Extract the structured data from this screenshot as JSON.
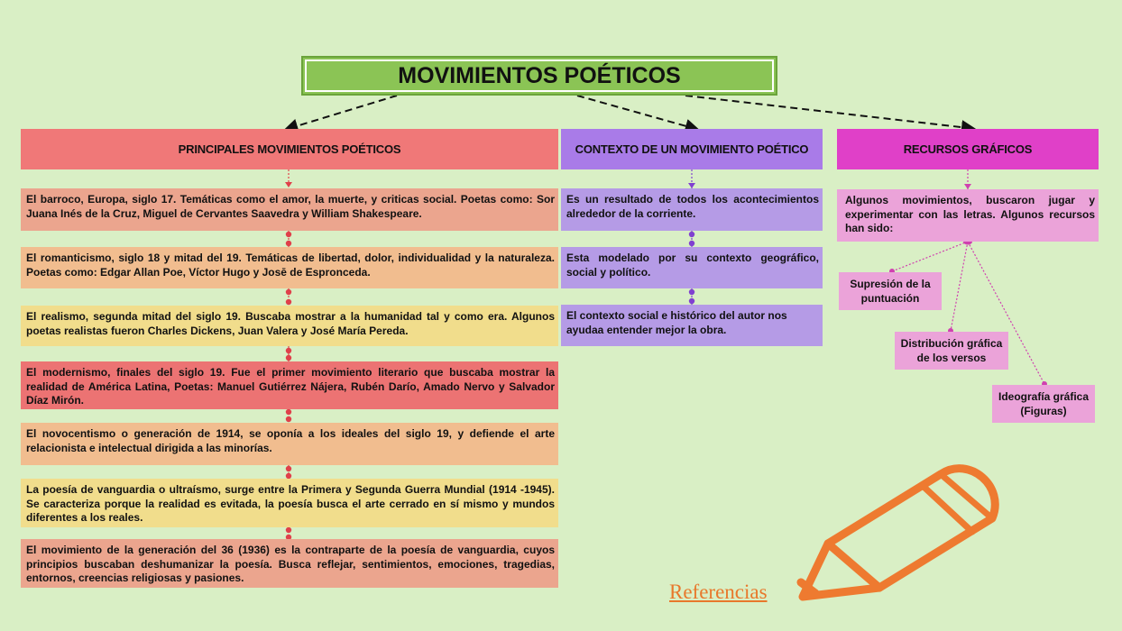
{
  "title": "MOVIMIENTOS POÉTICOS",
  "columns": {
    "movimientos": {
      "header": "PRINCIPALES MOVIMIENTOS POÉTICOS",
      "items": [
        "El barroco, Europa, siglo 17. Temáticas como el amor, la muerte, y criticas social. Poetas como: Sor Juana Inés de la Cruz, Miguel de Cervantes Saavedra y William Shakespeare.",
        "El romanticismo, siglo 18 y mitad del 19. Temáticas de libertad, dolor, individualidad y la naturaleza. Poetas como: Edgar Allan Poe, Víctor Hugo y Josē de Espronceda.",
        "El realismo, segunda mitad del siglo 19. Buscaba mostrar a la humanidad tal y como era. Algunos poetas realistas fueron Charles Dickens, Juan Valera y José María Pereda.",
        "El modernismo, finales del siglo 19. Fue el primer movimiento literario que buscaba mostrar la realidad de América Latina, Poetas: Manuel Gutiérrez Nájera, Rubén Darío, Amado Nervo y Salvador Díaz Mirón.",
        "El novocentismo o generación de 1914, se oponía a los ideales del siglo 19,  y defiende el arte relacionista e intelectual dirigida a las minorías.",
        "La poesía de vanguardia o ultraísmo, surge entre la Primera y Segunda Guerra Mundial (1914 -1945). Se caracteriza porque la realidad es evitada, la poesía busca el arte cerrado en sí mismo y mundos diferentes a los reales.",
        "El movimiento de la generación del 36 (1936) es la contraparte de la poesía de vanguardia, cuyos principios buscaban deshumanizar la poesía. Busca reflejar, sentimientos, emociones, tragedias, entornos, creencias religiosas y pasiones."
      ]
    },
    "contexto": {
      "header": "CONTEXTO DE UN MOVIMIENTO POÉTICO",
      "items": [
        "Es un resultado de todos los acontecimientos alrededor de la corriente.",
        "Esta modelado por su contexto geográfico, social y político.",
        "El contexto social e histórico del autor nos ayudaa entender mejor la obra."
      ]
    },
    "recursos": {
      "header": "RECURSOS GRÁFICOS",
      "intro": "Algunos movimientos, buscaron jugar y experimentar con las letras. Algunos recursos han sido:",
      "leaves": [
        "Supresión de la puntuación",
        "Distribución gráfica de los versos",
        "Ideografía gráfica (Figuras)"
      ]
    }
  },
  "references_link": "Referencias",
  "colors": {
    "background": "#d9efc5",
    "title_fill": "#8bc455",
    "movimientos_header": "#f07878",
    "contexto_header": "#a97be8",
    "recursos_header": "#e040c8",
    "connector_red": "#e0404a",
    "connector_purple": "#8040d0",
    "connector_pink": "#d040b0",
    "pencil": "#ee7a30"
  },
  "icons": [
    "pencil-icon"
  ]
}
